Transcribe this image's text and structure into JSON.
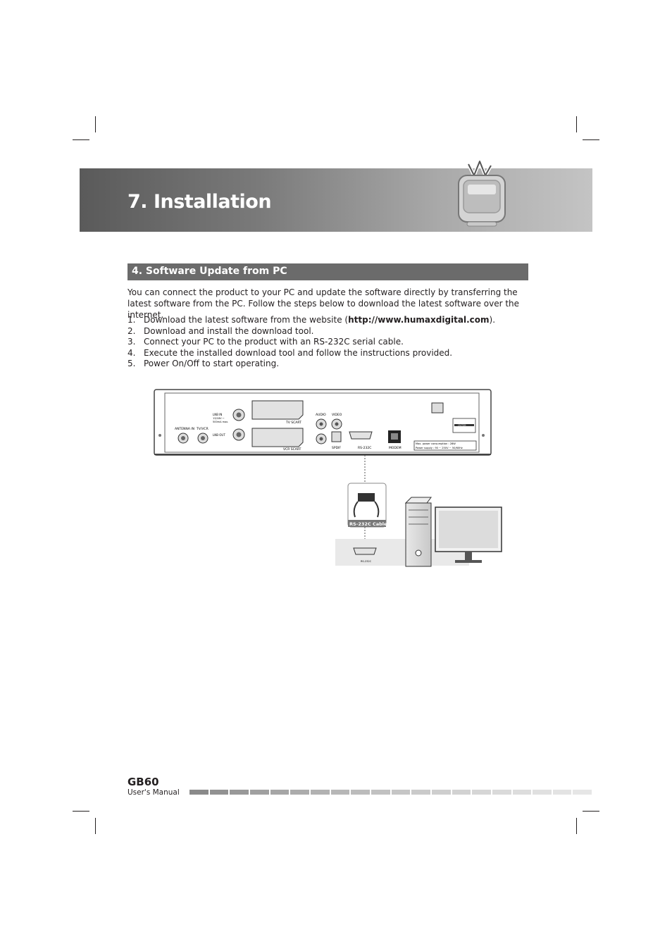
{
  "chapter": {
    "title": "7. Installation"
  },
  "section": {
    "title": "4. Software Update from PC"
  },
  "intro": "You can connect the product to your PC and update the software directly by transferring the latest software from the PC. Follow the steps below to download the latest software over the internet.",
  "steps": [
    {
      "num": "1.",
      "before": "Download the latest software from the website (",
      "link": "http://www.humaxdigital.com",
      "after": ")."
    },
    {
      "num": "2.",
      "text": "Download and install the download tool."
    },
    {
      "num": "3.",
      "text": "Connect your PC to the product with an RS-232C serial cable."
    },
    {
      "num": "4.",
      "text": "Execute the installed download tool and follow the instructions provided."
    },
    {
      "num": "5.",
      "text": "Power On/Off to start operating."
    }
  ],
  "diagram": {
    "labels": {
      "lnb_in": "LNB IN",
      "lnb_in_spec": "13/18V ⎓",
      "lnb_in_spec2": "500mA max.",
      "antenna_in": "ANTENNA IN",
      "tv_vcr": "TV/VCR",
      "lnb_out": "LNB OUT",
      "tv_scart": "TV SCART",
      "vcr_scart": "VCR SCART",
      "audio": "AUDIO",
      "video": "VIDEO",
      "spdif": "SPDIF",
      "rs232c": "RS-232C",
      "modem": "MODEM",
      "caution": "CAUTION",
      "power_consumption": "Max. power consumption : 28W",
      "power_supply": "Power supply : 90 ~ 250V ~ 50/60Hz",
      "cable": "RS-232C Cable",
      "pc_port": "RS-232C"
    }
  },
  "footer": {
    "model": "GB60",
    "subtitle": "User's Manual"
  },
  "colors": {
    "banner_dark": "#5a5a5a",
    "banner_light": "#c4c4c4",
    "section_bar": "#6b6b6b",
    "text": "#231f20"
  }
}
